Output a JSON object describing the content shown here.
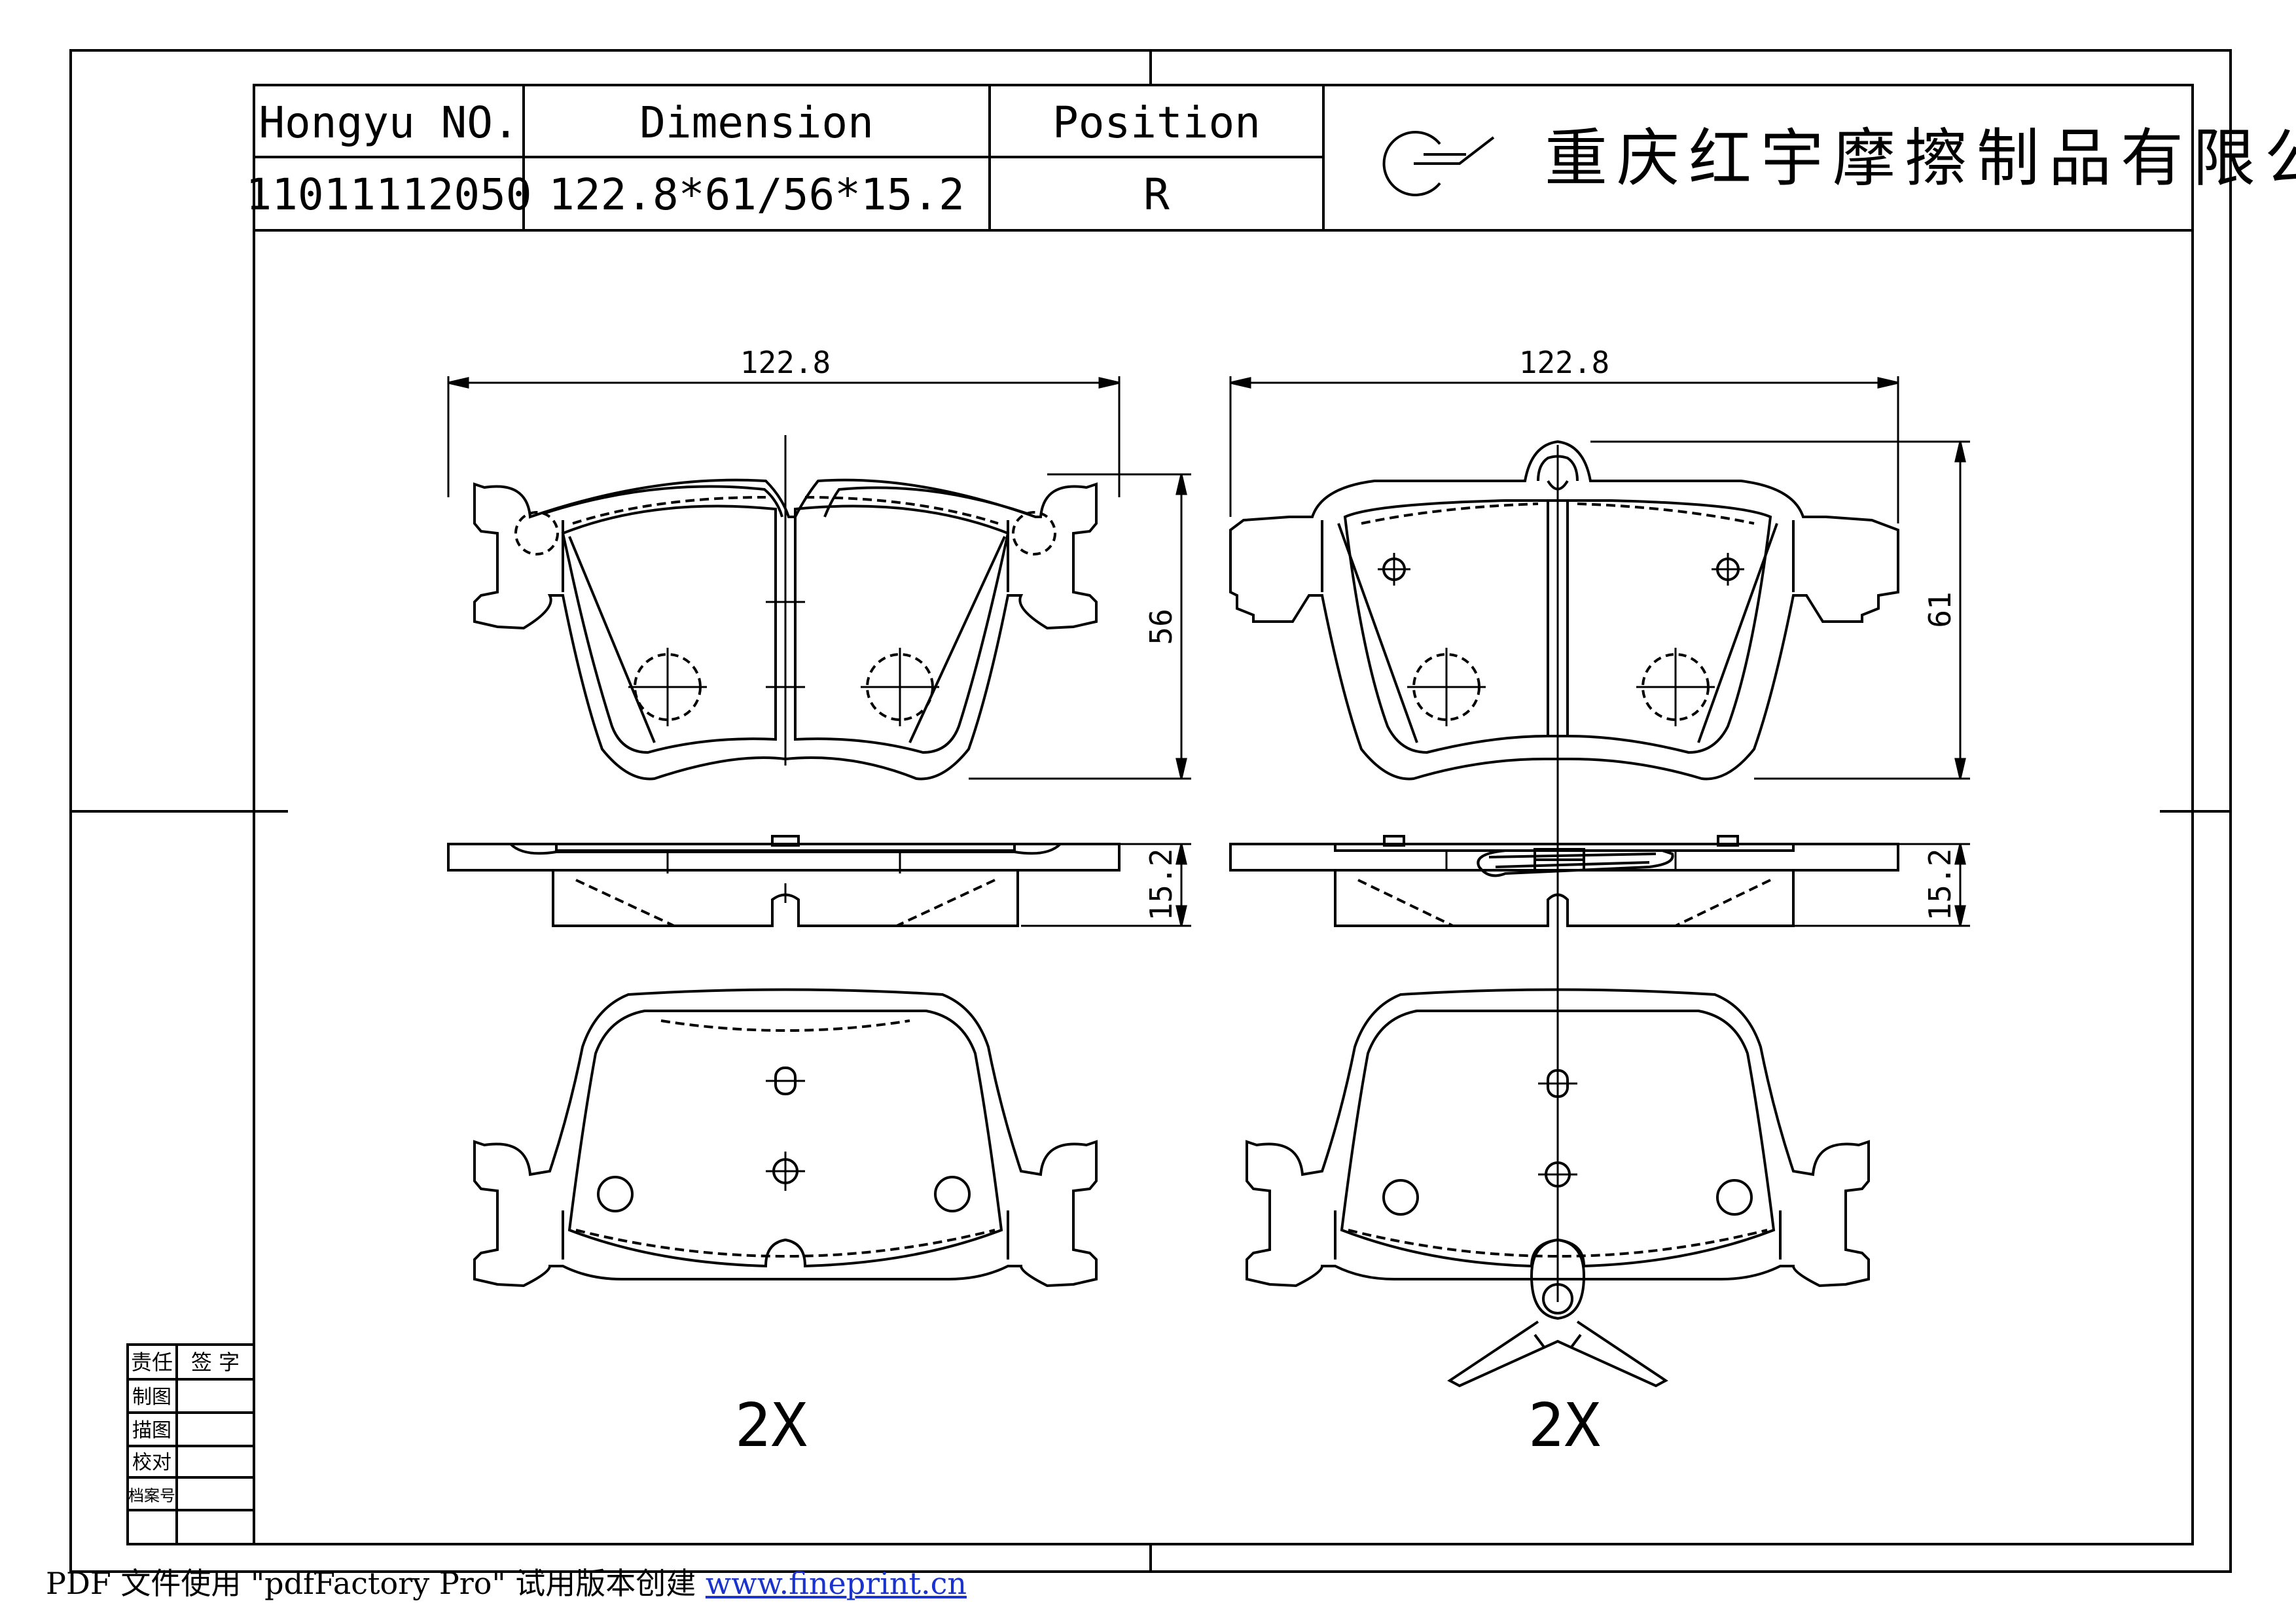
{
  "title_block": {
    "col1_header": "Hongyu NO.",
    "col1_value": "11011112050",
    "col2_header": "Dimension",
    "col2_value": "122.8*61/56*15.2",
    "col3_header": "Position",
    "col3_value": "R",
    "company_name": "重庆红宇摩擦制品有限公司"
  },
  "left_view": {
    "width_label": "122.8",
    "height_label": "56",
    "thickness_label": "15.2",
    "quantity": "2X"
  },
  "right_view": {
    "width_label": "122.8",
    "height_label": "61",
    "thickness_label": "15.2",
    "quantity": "2X"
  },
  "sign_table": {
    "header_role": "责任",
    "header_sign": "签 字",
    "rows": [
      "制图",
      "描图",
      "校对",
      "档案号"
    ]
  },
  "footer": {
    "prefix": "PDF 文件使用 \"pdfFactory Pro\" 试用版本创建 ",
    "link": "www.fineprint.cn"
  },
  "colors": {
    "line": "#000000",
    "link": "#1a33cc"
  }
}
